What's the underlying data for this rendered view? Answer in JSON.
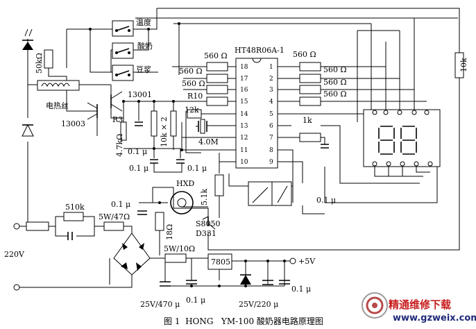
{
  "switches": {
    "temp": "温度",
    "yogurt": "酸奶",
    "soymilk": "豆浆"
  },
  "heater": "电热丝",
  "ic": {
    "name": "HT48R06A-1",
    "pins_left": [
      "18",
      "17",
      "16",
      "15",
      "14",
      "13",
      "12",
      "11",
      "10"
    ],
    "pins_right": [
      "1",
      "2",
      "3",
      "4",
      "5",
      "6",
      "7",
      "8",
      "9"
    ]
  },
  "labels": {
    "r_560_top": "560 Ω",
    "r_560_a": "560 Ω",
    "r_560_b": "560 Ω",
    "r10": "R10",
    "r_12k": "12k",
    "crystal": "4.0M",
    "r_10k_x2": "10k × 2",
    "r3": "R3",
    "r_4_7k": "4.7kΩ",
    "c_01_a": "0.1 μ",
    "c_01_b": "0.1 μ",
    "c_01_c": "0.1 μ",
    "r_560_r1": "560 Ω",
    "r_560_r2": "560 Ω",
    "r_560_r3": "560 Ω",
    "r_560_r4": "560 Ω",
    "r_1k": "1k",
    "r_10k_right": "10k",
    "q_13001": "13001",
    "q_13003": "13003",
    "r_50k": "50kΩ",
    "motor": "HXD",
    "r_5_1k": "5.1k",
    "q_s8050": "S8050",
    "d331": "D331",
    "c_01_relay": "0.1 μ",
    "c_01_motor": "0.1 μ",
    "r_18": "18Ω",
    "r_510k": "510k",
    "r_5w47": "5W/47Ω",
    "r_5w10": "5W/10Ω",
    "reg": "7805",
    "plus5v": "+5V",
    "c_470": "25V/470 μ",
    "c_01_bot1": "0.1 μ",
    "c_220": "25V/220 μ",
    "c_01_bot2": "0.1 μ",
    "mains": "220V"
  },
  "caption": "图 1  HONG   YM-100 酸奶器电路原理图",
  "watermark": {
    "title": "精通维修下载",
    "url": "www.gzweix.com"
  }
}
